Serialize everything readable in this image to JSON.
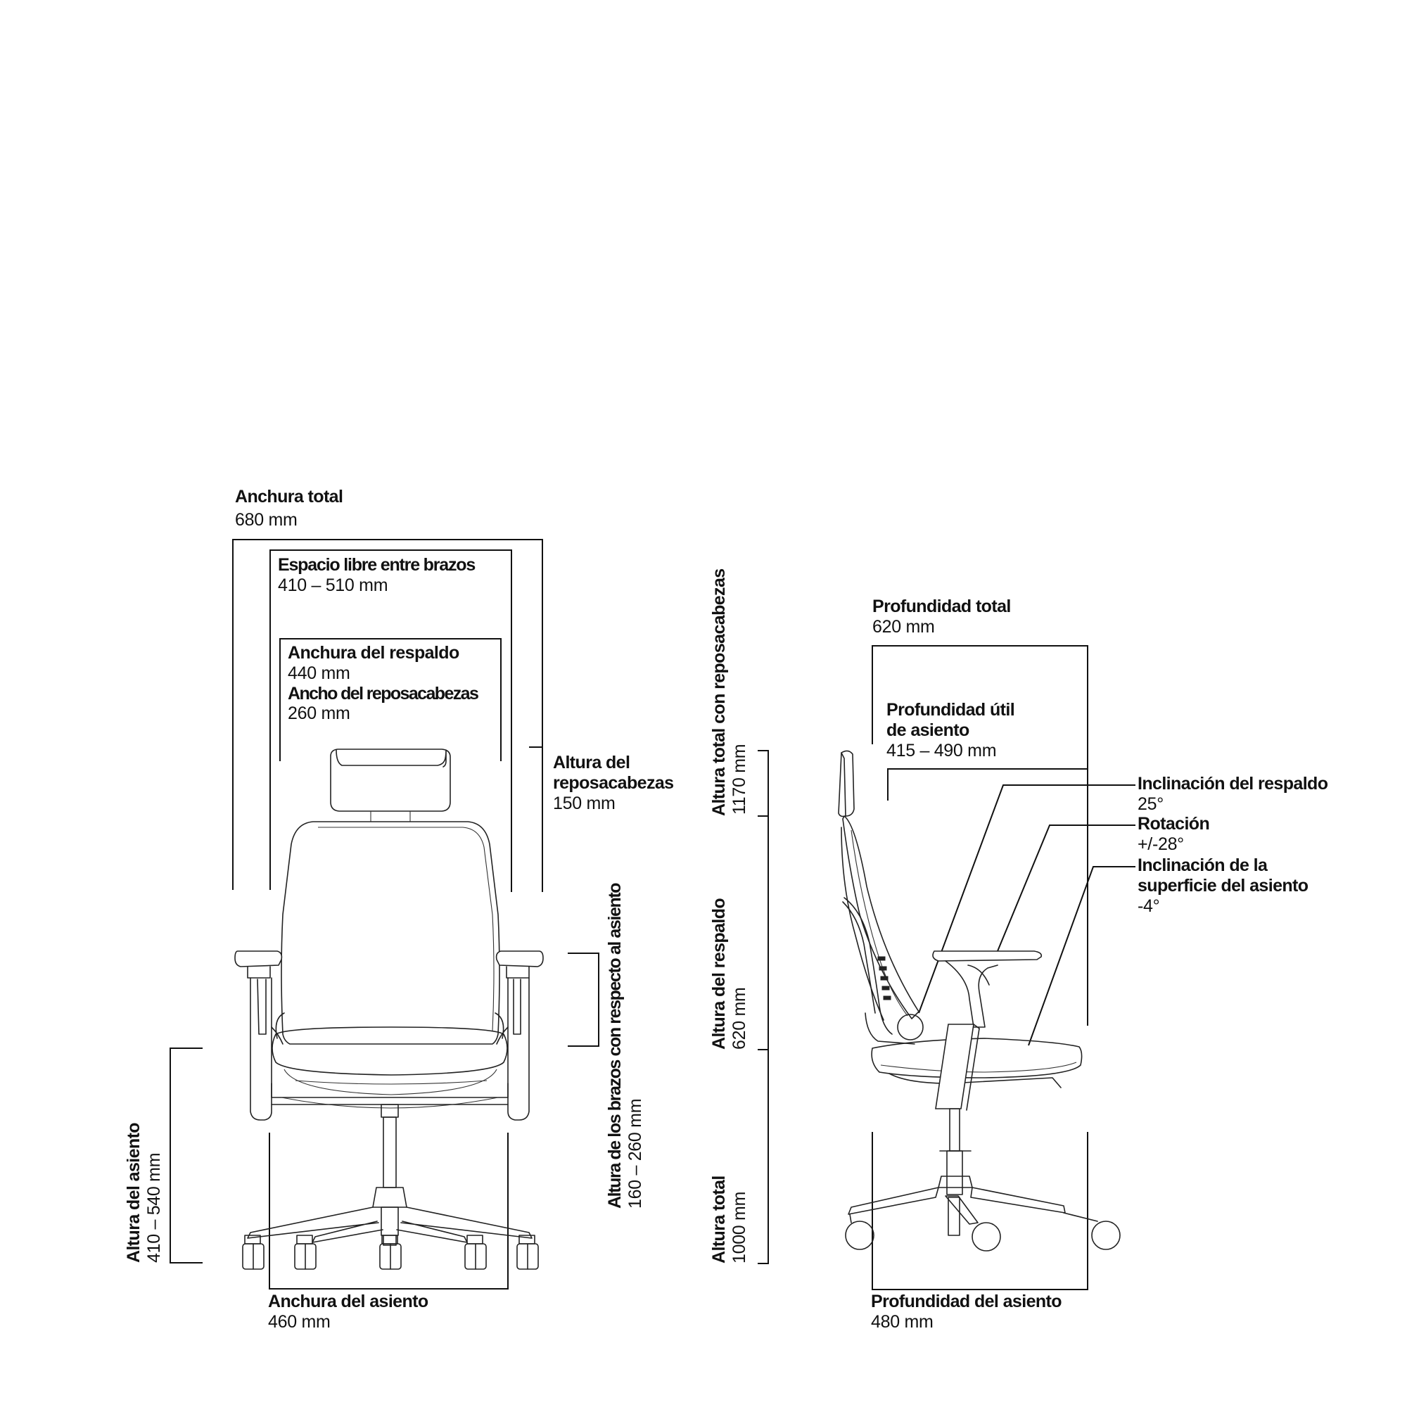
{
  "front_view": {
    "overall_width": {
      "label": "Anchura total",
      "value": "680 mm"
    },
    "clearance_between_arms": {
      "label": "Espacio libre entre brazos",
      "value": "410 – 510 mm"
    },
    "backrest_width": {
      "label": "Anchura del respaldo",
      "value": "440 mm"
    },
    "headrest_width": {
      "label": "Ancho del reposacabezas",
      "value": "260 mm"
    },
    "headrest_height": {
      "label": "Altura del reposacabezas",
      "label_line1": "Altura del",
      "label_line2": "reposacabezas",
      "value": "150 mm"
    },
    "arm_height": {
      "label": "Altura de los brazos con respecto al asiento",
      "value": "160 – 260 mm"
    },
    "seat_height": {
      "label": "Altura del asiento",
      "value": "410 – 540 mm"
    },
    "seat_width": {
      "label": "Anchura del asiento",
      "value": "460 mm"
    }
  },
  "side_view": {
    "total_height_with_headrest": {
      "label": "Altura total con reposacabezas",
      "value": "1170 mm"
    },
    "backrest_height": {
      "label": "Altura del respaldo",
      "value": "620 mm"
    },
    "total_height": {
      "label": "Altura total",
      "value": "1000 mm"
    },
    "overall_depth": {
      "label": "Profundidad total",
      "value": "620 mm"
    },
    "usable_seat_depth": {
      "label": "Profundidad útil de asiento",
      "label_line1": "Profundidad útil",
      "label_line2": "de asiento",
      "value": "415 – 490 mm"
    },
    "seat_depth": {
      "label": "Profundidad del asiento",
      "value": "480 mm"
    },
    "backrest_tilt": {
      "label": "Inclinación del respaldo",
      "value": "25°"
    },
    "rotation": {
      "label": "Rotación",
      "value": "+/-28°"
    },
    "seat_surface_tilt": {
      "label": "Inclinación de la superficie del asiento",
      "label_line1": "Inclinación de la",
      "label_line2": "superficie del asiento",
      "value": "-4°"
    }
  }
}
